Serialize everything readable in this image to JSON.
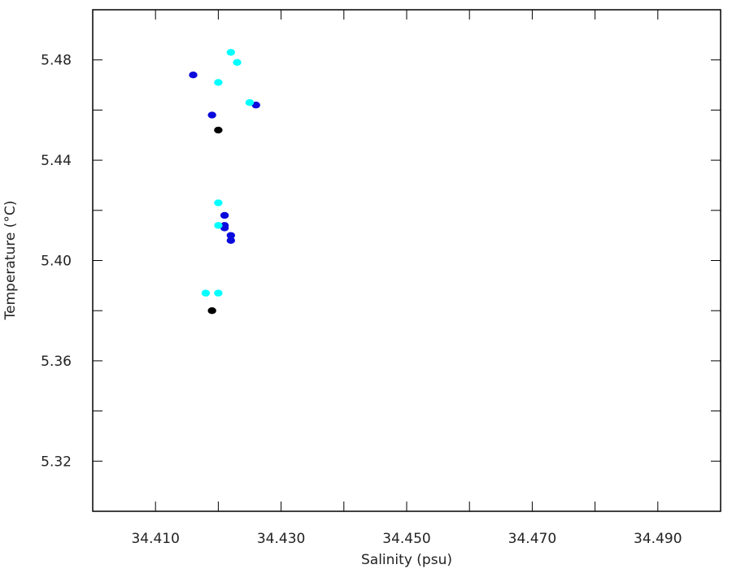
{
  "chart_data": {
    "type": "scatter",
    "title": "",
    "xlabel": "Salinity (psu)",
    "ylabel": "Temperature (°C)",
    "xlim": [
      34.4,
      34.5
    ],
    "ylim": [
      5.3,
      5.5
    ],
    "x_ticks": [
      34.41,
      34.43,
      34.45,
      34.47,
      34.49
    ],
    "x_tick_labels": [
      "34.410",
      "34.430",
      "34.450",
      "34.470",
      "34.490"
    ],
    "y_ticks": [
      5.32,
      5.36,
      5.4,
      5.44,
      5.48
    ],
    "y_tick_labels": [
      "5.32",
      "5.36",
      "5.40",
      "5.44",
      "5.48"
    ],
    "grid": false,
    "colors": {
      "black": "#000000",
      "blue": "#0a0adc",
      "cyan": "#00ffff"
    },
    "series": [
      {
        "color": "#000000",
        "points": [
          {
            "x": 34.42,
            "y": 5.452
          },
          {
            "x": 34.419,
            "y": 5.38
          }
        ]
      },
      {
        "color": "#0a0adc",
        "points": [
          {
            "x": 34.416,
            "y": 5.474
          },
          {
            "x": 34.419,
            "y": 5.458
          },
          {
            "x": 34.426,
            "y": 5.462
          },
          {
            "x": 34.421,
            "y": 5.418
          },
          {
            "x": 34.421,
            "y": 5.414
          },
          {
            "x": 34.421,
            "y": 5.413
          },
          {
            "x": 34.422,
            "y": 5.41
          },
          {
            "x": 34.422,
            "y": 5.408
          }
        ]
      },
      {
        "color": "#00ffff",
        "points": [
          {
            "x": 34.422,
            "y": 5.483
          },
          {
            "x": 34.423,
            "y": 5.479
          },
          {
            "x": 34.42,
            "y": 5.471
          },
          {
            "x": 34.425,
            "y": 5.463
          },
          {
            "x": 34.42,
            "y": 5.423
          },
          {
            "x": 34.42,
            "y": 5.414
          },
          {
            "x": 34.418,
            "y": 5.387
          },
          {
            "x": 34.42,
            "y": 5.387
          }
        ]
      }
    ]
  }
}
